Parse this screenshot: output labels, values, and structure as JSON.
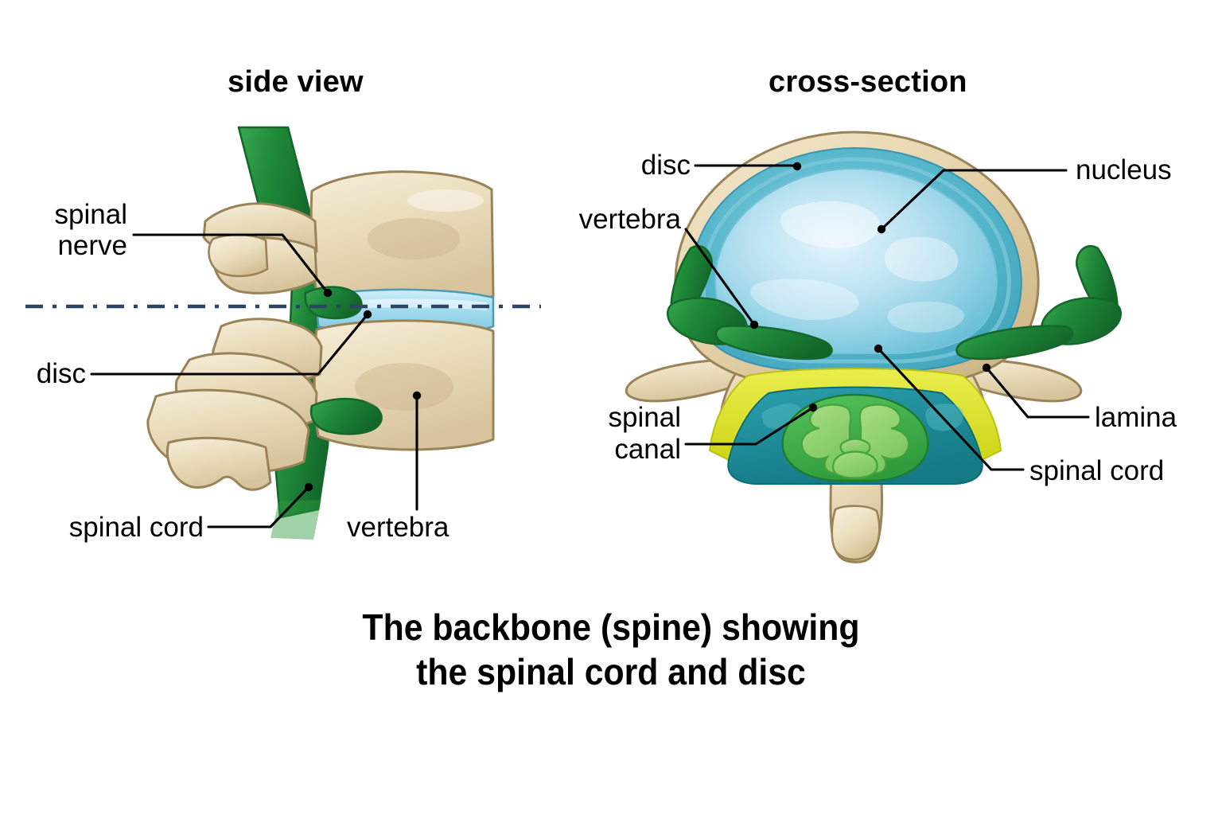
{
  "figure": {
    "caption_line1": "The backbone (spine) showing",
    "caption_line2": "the spinal cord and disc"
  },
  "panels": [
    {
      "id": "side",
      "title": "side view"
    },
    {
      "id": "cross",
      "title": "cross-section"
    }
  ],
  "side_view": {
    "title": "side view",
    "labels": {
      "spinal_nerve_l1": "spinal",
      "spinal_nerve_l2": "nerve",
      "disc": "disc",
      "spinal_cord": "spinal cord",
      "vertebra": "vertebra"
    },
    "cut_plane": {
      "style": "dash-dot",
      "color": "#2c4466"
    }
  },
  "cross_section": {
    "title": "cross-section",
    "labels": {
      "disc": "disc",
      "nucleus": "nucleus",
      "vertebra": "vertebra",
      "spinal_canal_l1": "spinal",
      "spinal_canal_l2": "canal",
      "lamina": "lamina",
      "spinal_cord": "spinal cord"
    }
  },
  "colors": {
    "bone": "#ece0c2",
    "bone_outline": "#9a8259",
    "nerve_green": "#1f8b3a",
    "cord_green": "#3cb043",
    "gray_matter": "#8fd36b",
    "canal_teal": "#1a8a96",
    "ligament_yellow": "#d8e021",
    "annulus_teal": "#5bb8cc",
    "nucleus_blue": "#b8dff0",
    "disc_side_blue": "#a8dcef",
    "cut_line": "#2c4466",
    "background": "#ffffff",
    "text": "#000000"
  }
}
